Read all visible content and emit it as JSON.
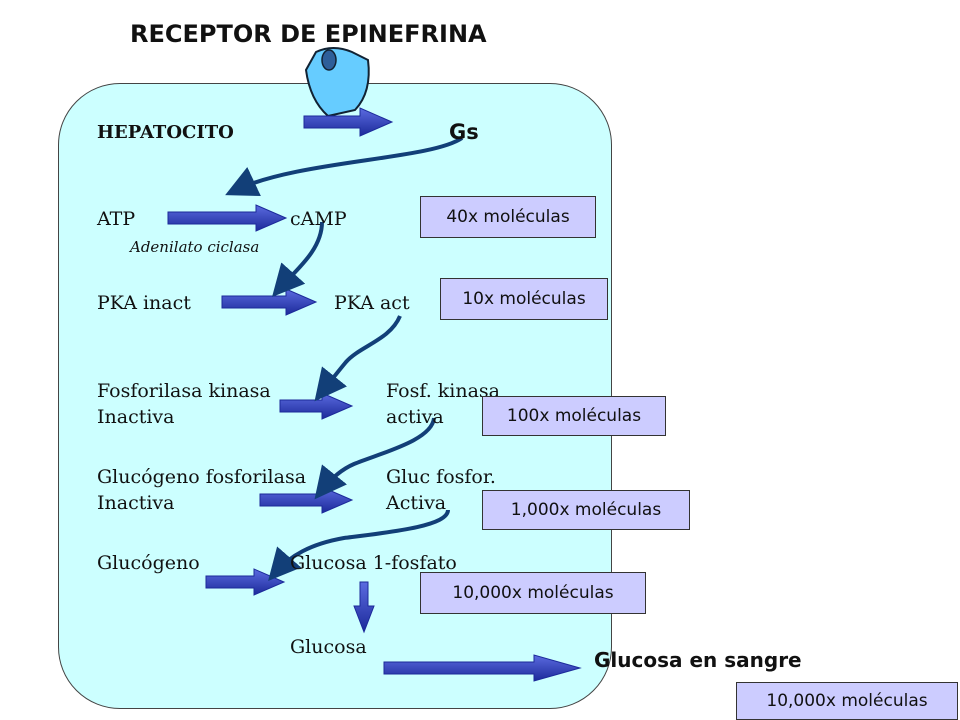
{
  "title": "RECEPTOR DE EPINEFRINA",
  "cell_label": "HEPATOCITO",
  "gs_label": "Gs",
  "steps": {
    "atp": "ATP",
    "camp": "cAMP",
    "enzyme": "Adenilato ciclasa",
    "pka_inact": "PKA inact",
    "pka_act": "PKA act",
    "fk_inactive_1": "Fosforilasa kinasa",
    "fk_inactive_2": "Inactiva",
    "fk_active_1": "Fosf. kinasa",
    "fk_active_2": "activa",
    "gf_inactive_1": "Glucógeno fosforilasa",
    "gf_inactive_2": "Inactiva",
    "gf_active_1": "Gluc fosfor.",
    "gf_active_2": "Activa",
    "glycogen": "Glucógeno",
    "g1p": "Glucosa 1-fosfato",
    "glucose": "Glucosa"
  },
  "blood_label": "Glucosa en sangre",
  "amplification": [
    "40x moléculas",
    "10x moléculas",
    "100x moléculas",
    "1,000x moléculas",
    "10,000x moléculas",
    "10,000x moléculas"
  ],
  "colors": {
    "cell_fill": "#ccffff",
    "box_fill": "#ccccff",
    "arrow_blue": "#2a3ab5",
    "receptor_fill": "#66ccff"
  }
}
